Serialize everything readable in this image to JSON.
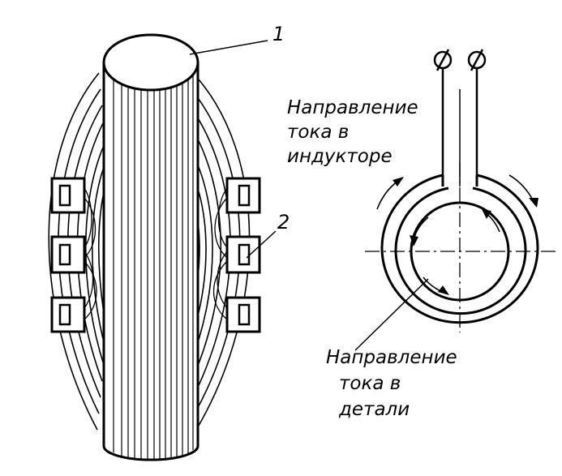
{
  "labels": {
    "part_number": "1",
    "coil_number": "2",
    "inductor_current": [
      "Направление",
      "тока в",
      "индукторе"
    ],
    "part_current": [
      "Направление",
      "тока в",
      "детали"
    ]
  },
  "colors": {
    "ink": "#000000",
    "paper": "#ffffff"
  }
}
